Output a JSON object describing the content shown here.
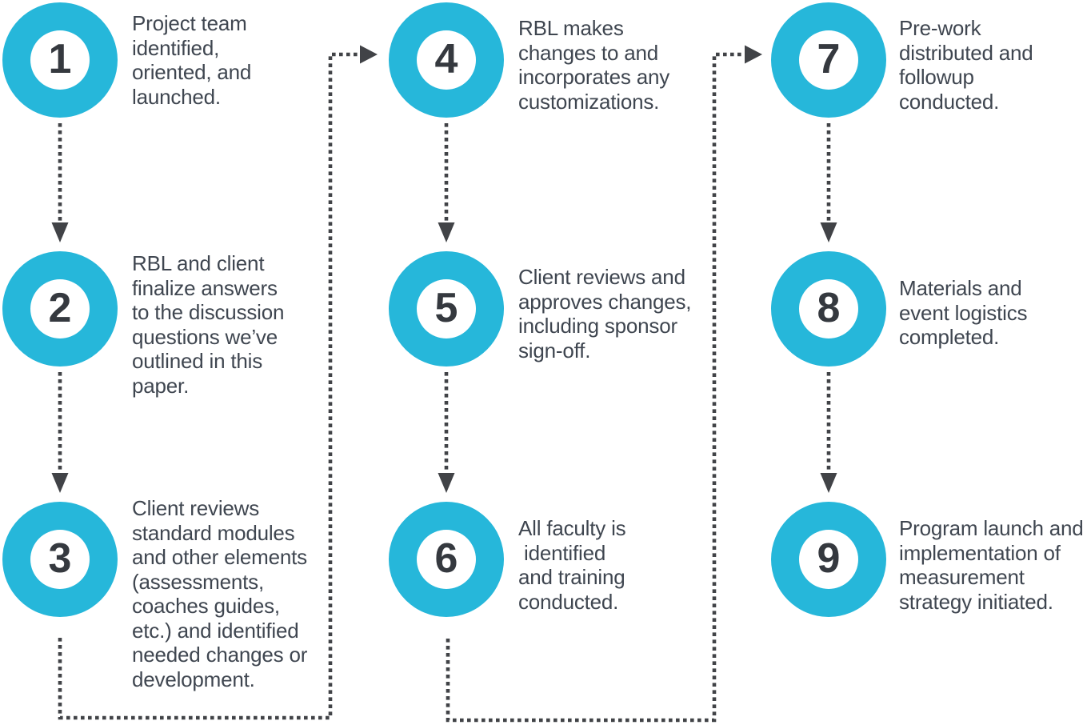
{
  "colors": {
    "accent": "#26B7DA",
    "arrow": "#414347",
    "text": "#3F4650",
    "number": "#35393F",
    "background": "#FFFFFF"
  },
  "flow": {
    "steps": [
      {
        "number": "1",
        "text": "Project team\nidentified,\noriented, and\nlaunched."
      },
      {
        "number": "2",
        "text": "RBL and client\nfinalize answers\nto the discussion\nquestions we’ve\noutlined in this\npaper."
      },
      {
        "number": "3",
        "text": "Client reviews\nstandard modules\nand other elements\n(assessments,\ncoaches guides,\netc.) and identified\nneeded changes or\ndevelopment."
      },
      {
        "number": "4",
        "text": "RBL makes\nchanges to and\nincorporates any\ncustomizations."
      },
      {
        "number": "5",
        "text": "Client reviews and\napproves changes,\nincluding sponsor\nsign-off."
      },
      {
        "number": "6",
        "text": "All faculty is\n identified\nand training\nconducted."
      },
      {
        "number": "7",
        "text": "Pre-work\ndistributed and\nfollowup\nconducted."
      },
      {
        "number": "8",
        "text": "Materials and\nevent logistics\ncompleted."
      },
      {
        "number": "9",
        "text": "Program launch and\nimplementation of\nmeasurement\nstrategy initiated."
      }
    ],
    "connections": [
      {
        "from": "1",
        "to": "2",
        "style": "dotted-arrow"
      },
      {
        "from": "2",
        "to": "3",
        "style": "dotted-arrow"
      },
      {
        "from": "3",
        "to": "4",
        "style": "dotted-arrow-elbow"
      },
      {
        "from": "4",
        "to": "5",
        "style": "dotted-arrow"
      },
      {
        "from": "5",
        "to": "6",
        "style": "dotted-arrow"
      },
      {
        "from": "6",
        "to": "7",
        "style": "dotted-arrow-elbow"
      },
      {
        "from": "7",
        "to": "8",
        "style": "dotted-arrow"
      },
      {
        "from": "8",
        "to": "9",
        "style": "dotted-arrow"
      }
    ]
  }
}
